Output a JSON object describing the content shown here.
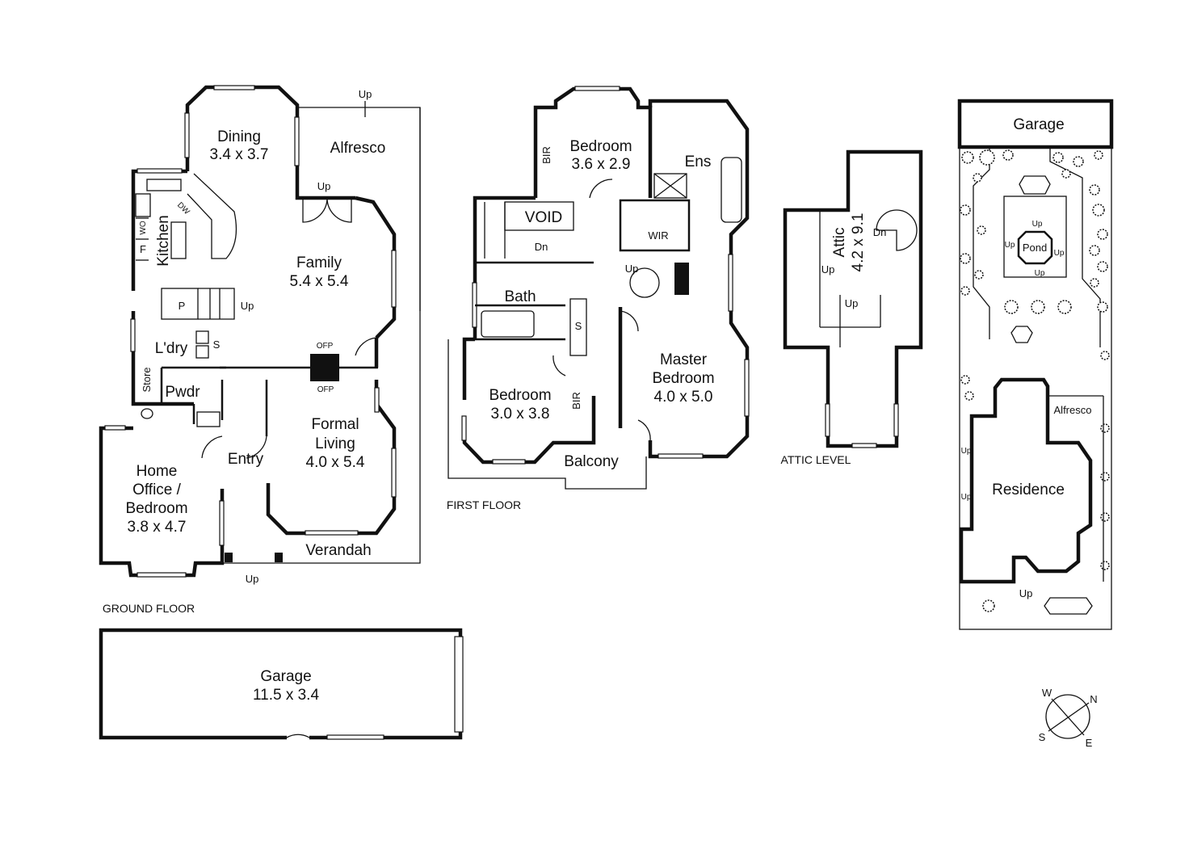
{
  "ground_floor": {
    "caption": "GROUND FLOOR",
    "rooms": {
      "dining": {
        "name": "Dining",
        "size": "3.4 x 3.7"
      },
      "alfresco": {
        "name": "Alfresco"
      },
      "kitchen": {
        "name": "Kitchen"
      },
      "dw": "DW",
      "wo": "WO",
      "fridge": "F",
      "family": {
        "name": "Family",
        "size": "5.4 x 5.4"
      },
      "pantry": "P",
      "laundry": "L'dry",
      "storage": "S",
      "store": "Store",
      "powder": "Pwdr",
      "ofp_top": "OFP",
      "ofp_bottom": "OFP",
      "formal_living": {
        "line1": "Formal",
        "line2": "Living",
        "size": "4.0 x 5.4"
      },
      "entry": "Entry",
      "home_office": {
        "line1": "Home",
        "line2": "Office /",
        "line3": "Bedroom",
        "size": "3.8 x 4.7"
      },
      "verandah": "Verandah",
      "garage": {
        "name": "Garage",
        "size": "11.5 x 3.4"
      }
    },
    "up_labels": [
      "Up",
      "Up",
      "Up",
      "Up"
    ]
  },
  "first_floor": {
    "caption": "FIRST FLOOR",
    "rooms": {
      "bir_top": "BIR",
      "bedroom_top": {
        "name": "Bedroom",
        "size": "3.6 x 2.9"
      },
      "ensuite": "Ens",
      "void": "VOID",
      "dn": "Dn",
      "wir": "WIR",
      "up": "Up",
      "bath": "Bath",
      "storage": "S",
      "bedroom_bottom": {
        "name": "Bedroom",
        "size": "3.0 x 3.8"
      },
      "bir_bottom": "BIR",
      "master": {
        "line1": "Master",
        "line2": "Bedroom",
        "size": "4.0 x 5.0"
      },
      "balcony": "Balcony"
    }
  },
  "attic_level": {
    "caption": "ATTIC LEVEL",
    "attic": {
      "name": "Attic",
      "size": "4.2 x 9.1"
    },
    "up1": "Up",
    "up2": "Up",
    "dn": "Dn"
  },
  "site_plan": {
    "garage": "Garage",
    "pond": "Pond",
    "pond_up": [
      "Up",
      "Up",
      "Up",
      "Up"
    ],
    "alfresco": "Alfresco",
    "residence": "Residence",
    "side_up": [
      "Up",
      "Up"
    ],
    "front_up": "Up"
  },
  "compass": {
    "n": "N",
    "s": "S",
    "e": "E",
    "w": "W"
  }
}
